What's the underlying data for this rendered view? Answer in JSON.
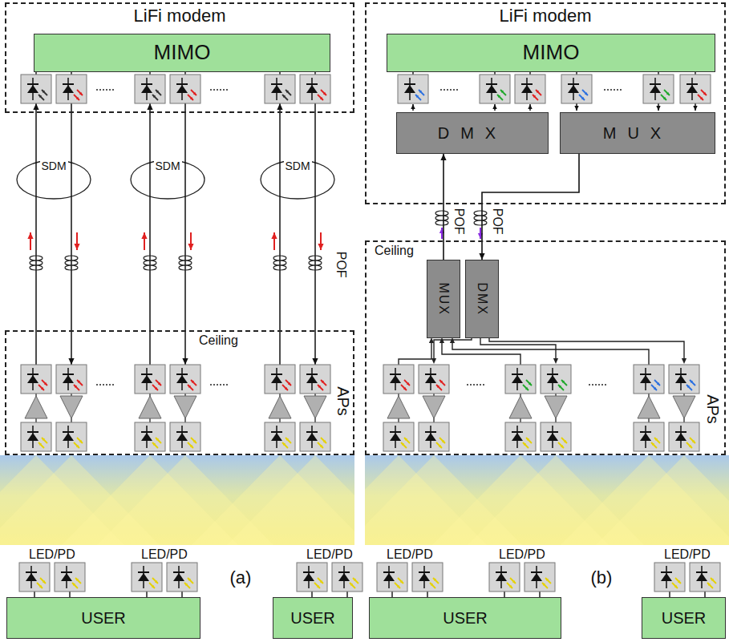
{
  "diagram": {
    "nodes": [
      {
        "text": [
          "LiFi modem"
        ]
      },
      {
        "text": [
          "MIMO"
        ],
        "in": 0
      },
      {
        "text": [
          "Ceiling"
        ]
      },
      {
        "text": [
          "USER"
        ]
      },
      {
        "text": [
          "USER"
        ]
      },
      {
        "text": [
          "LiFi modem"
        ]
      },
      {
        "text": [
          "MIMO"
        ],
        "in": 5
      },
      {
        "text": [
          "DMX"
        ],
        "in": 5
      },
      {
        "text": [
          "MUX"
        ],
        "in": 5
      },
      {
        "text": [
          "Ceiling"
        ]
      },
      {
        "text": [
          "MUX"
        ],
        "in": 9
      },
      {
        "text": [
          "DMX"
        ],
        "in": 9
      },
      {
        "text": [
          "USER"
        ]
      },
      {
        "text": [
          "USER"
        ]
      }
    ],
    "edges": [
      {
        "from": 10,
        "to": 7,
        "arrow": "to",
        "label": "POF"
      },
      {
        "from": 8,
        "to": 11,
        "arrow": "to",
        "label": "POF"
      }
    ],
    "labels": [
      "SDM",
      "SDM",
      "SDM",
      "POF",
      "APs",
      "LED/PD",
      "LED/PD",
      "LED/PD",
      "(a)",
      "APs",
      "LED/PD",
      "LED/PD",
      "LED/PD",
      "(b)"
    ]
  }
}
